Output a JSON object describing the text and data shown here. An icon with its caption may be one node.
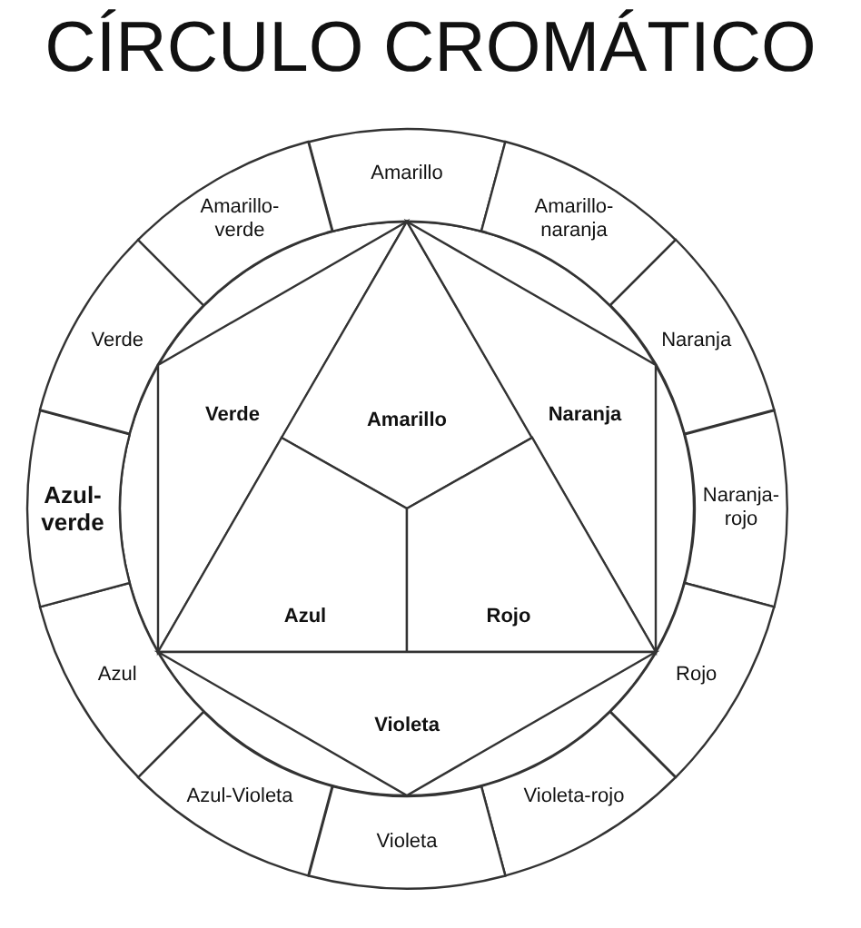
{
  "diagram": {
    "title": "CÍRCULO CROMÁTICO",
    "nodes": [
      {
        "text": [
          "Amarillo"
        ]
      },
      {
        "text": [
          "Amarillo-naranja"
        ]
      },
      {
        "text": [
          "Naranja"
        ]
      },
      {
        "text": [
          "Naranja-rojo"
        ]
      },
      {
        "text": [
          "Rojo"
        ]
      },
      {
        "text": [
          "Violeta-rojo"
        ]
      },
      {
        "text": [
          "Violeta"
        ]
      },
      {
        "text": [
          "Azul-Violeta"
        ]
      },
      {
        "text": [
          "Azul"
        ]
      },
      {
        "text": [
          "Azul-verde"
        ]
      },
      {
        "text": [
          "Verde"
        ]
      },
      {
        "text": [
          "Amarillo-verde"
        ]
      },
      {
        "text": [
          "Verde"
        ]
      },
      {
        "text": [
          "Amarillo"
        ]
      },
      {
        "text": [
          "Naranja"
        ]
      },
      {
        "text": [
          "Azul"
        ]
      },
      {
        "text": [
          "Rojo"
        ]
      },
      {
        "text": [
          "Violeta"
        ]
      }
    ],
    "edges": []
  }
}
